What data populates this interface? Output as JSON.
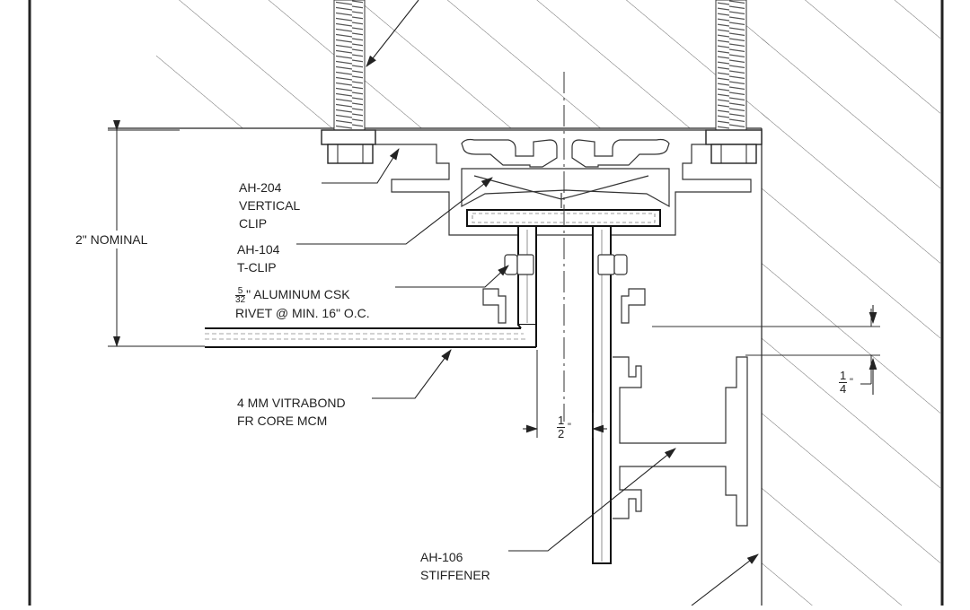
{
  "labels": {
    "vertical_clip": {
      "code": "AH-204",
      "l2": "VERTICAL",
      "l3": "CLIP"
    },
    "t_clip": {
      "code": "AH-104",
      "l2": "T-CLIP"
    },
    "rivet": {
      "frac_num": "5",
      "frac_den": "32",
      "l1": "\" ALUMINUM CSK",
      "l2": "RIVET @ MIN. 16\" O.C."
    },
    "mcm": {
      "l1": "4 MM VITRABOND",
      "l2": "FR CORE MCM"
    },
    "stiffener": {
      "code": "AH-106",
      "l2": "STIFFENER"
    },
    "nominal": "2\" NOMINAL"
  },
  "dimensions": {
    "half": {
      "num": "1",
      "den": "2",
      "unit": "\""
    },
    "quarter": {
      "num": "1",
      "den": "4",
      "unit": "\""
    }
  }
}
